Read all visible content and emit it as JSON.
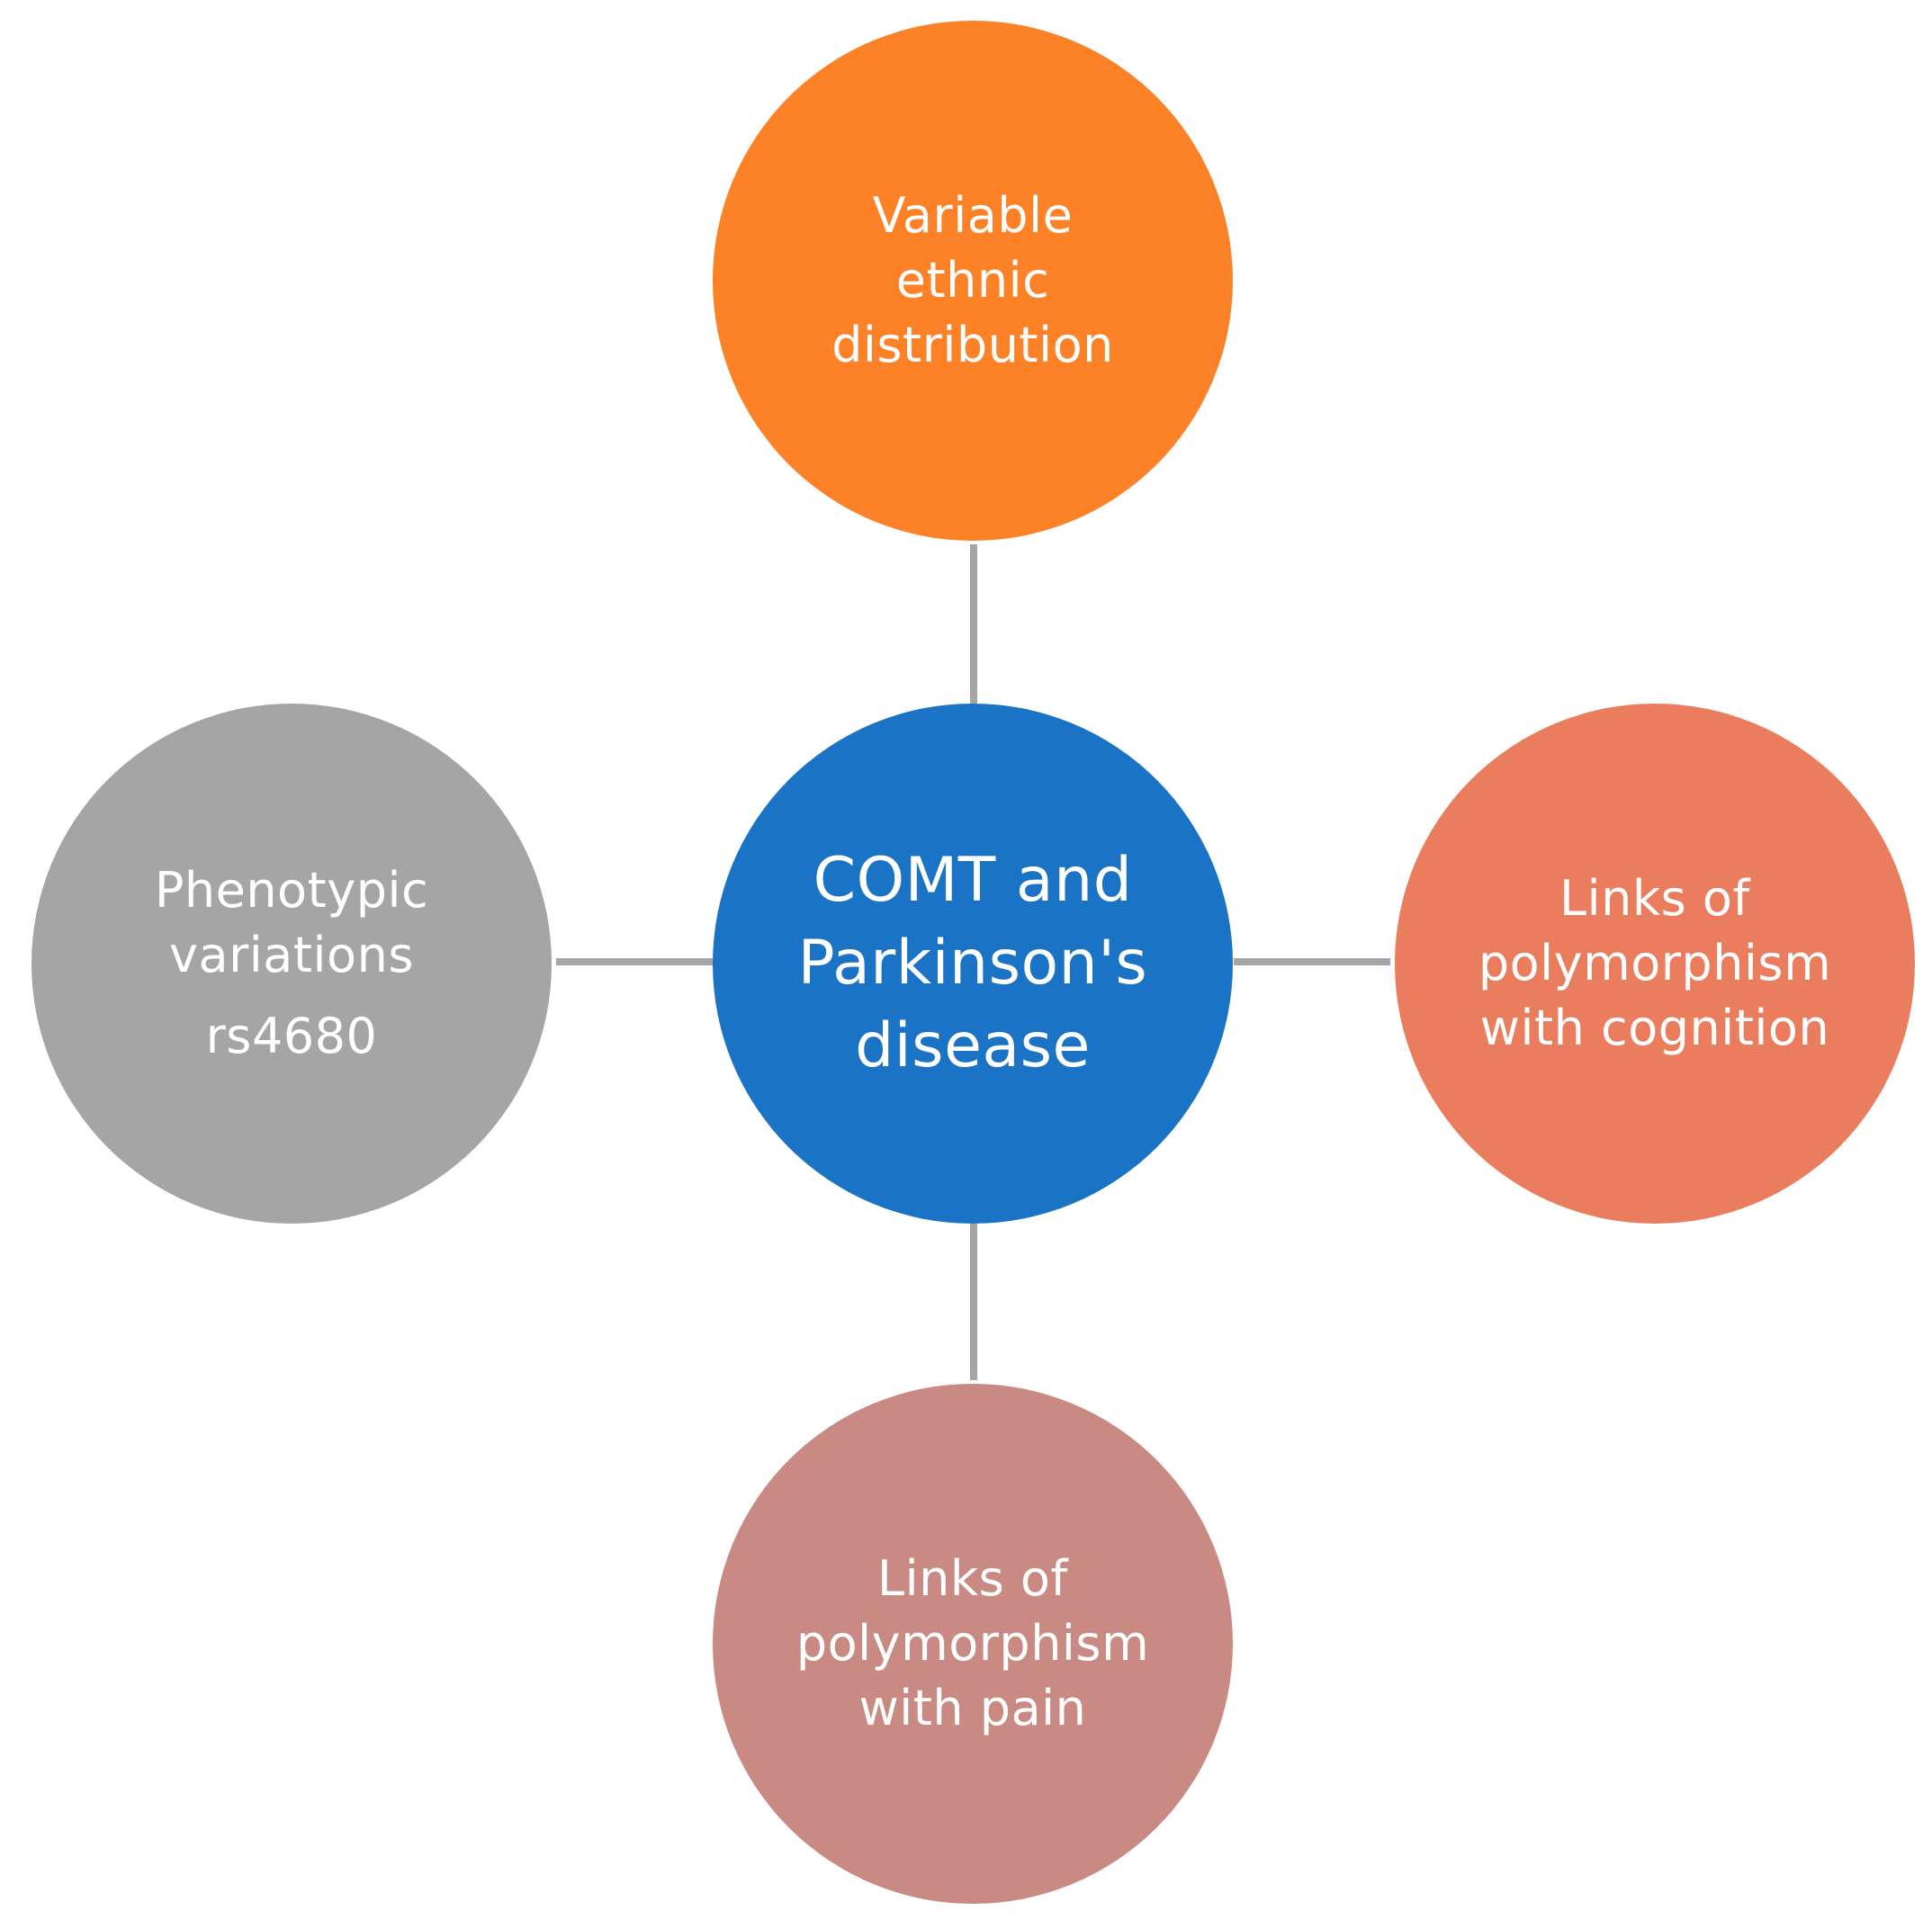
{
  "diagram": {
    "center": {
      "lines": [
        "COMT and",
        "Parkinson's",
        "disease"
      ],
      "color": "#1a73c5"
    },
    "top": {
      "lines": [
        "Variable",
        "ethnic",
        "distribution"
      ],
      "color": "#fd8127"
    },
    "right": {
      "lines": [
        "Links of",
        "polymorphism",
        "with cognition"
      ],
      "color": "#ea7d5e"
    },
    "bottom": {
      "lines": [
        "Links of",
        "polymorphism",
        "with pain"
      ],
      "color": "#c98a83"
    },
    "left": {
      "lines": [
        "Phenotypic",
        "variations"
      ],
      "sub": "rs4680",
      "color": "#a5a5a5"
    },
    "connector_color": "#a5a5a5",
    "text_color": "#ffffff"
  }
}
